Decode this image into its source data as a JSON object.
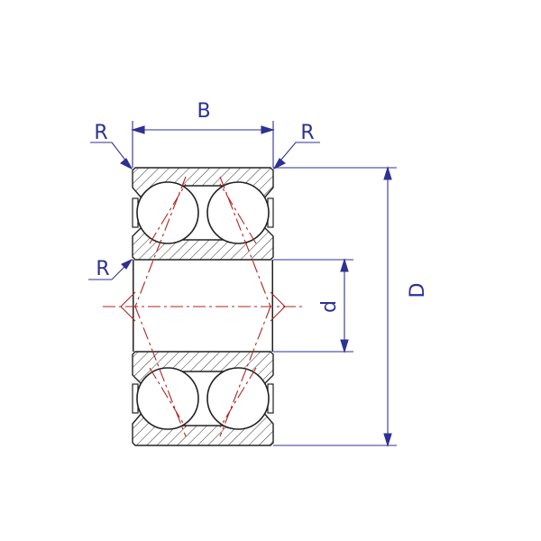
{
  "labels": {
    "width": "B",
    "outer_diameter": "D",
    "bore": "d",
    "radius_top_left": "R",
    "radius_top_right": "R",
    "radius_inner": "R"
  },
  "colors": {
    "outline": "#222222",
    "dimension": "#2e3192",
    "centerline": "#b22222",
    "hatch": "#333333",
    "background": "#ffffff"
  }
}
